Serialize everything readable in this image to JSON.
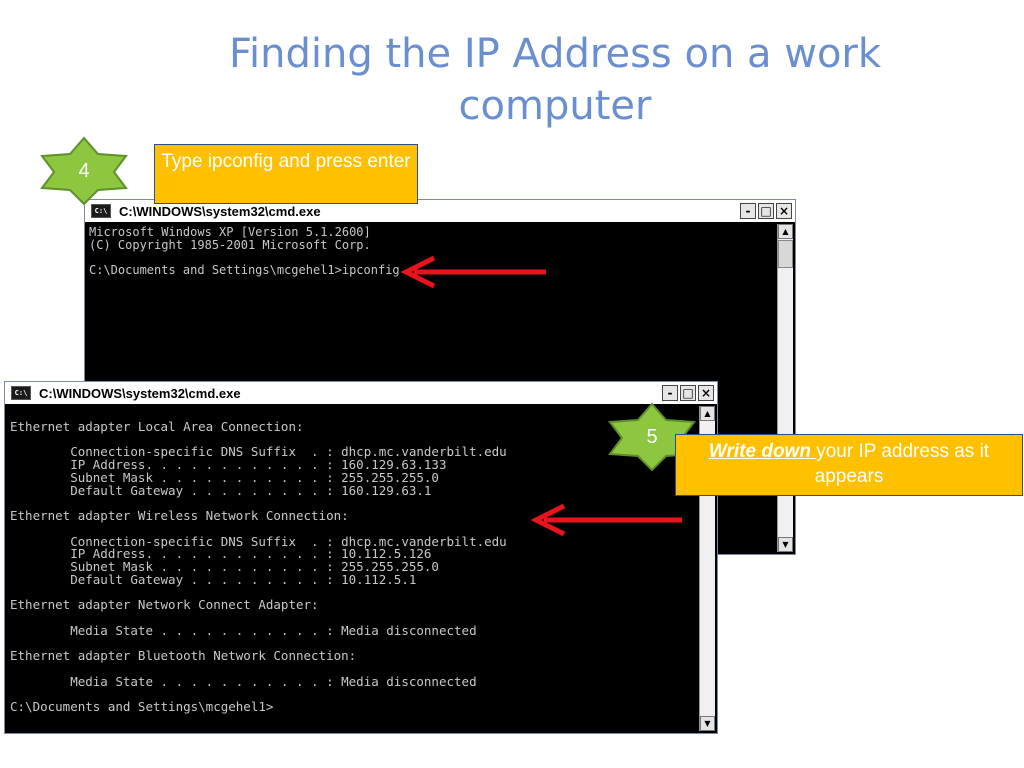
{
  "slide": {
    "title_line1": "Finding the IP Address on a work",
    "title_line2": "computer"
  },
  "step4": {
    "number": "4",
    "callout": "Type ipconfig and press enter"
  },
  "step5": {
    "number": "5",
    "callout_emphasis": "Write down ",
    "callout_rest": "your IP address as it appears"
  },
  "window_back": {
    "title": "C:\\WINDOWS\\system32\\cmd.exe",
    "icon": "cmd-icon",
    "console": "Microsoft Windows XP [Version 5.1.2600]\n(C) Copyright 1985-2001 Microsoft Corp.\n\nC:\\Documents and Settings\\mcgehel1>ipconfig"
  },
  "window_front": {
    "title": "C:\\WINDOWS\\system32\\cmd.exe",
    "icon": "cmd-icon",
    "console": "\nEthernet adapter Local Area Connection:\n\n        Connection-specific DNS Suffix  . : dhcp.mc.vanderbilt.edu\n        IP Address. . . . . . . . . . . . : 160.129.63.133\n        Subnet Mask . . . . . . . . . . . : 255.255.255.0\n        Default Gateway . . . . . . . . . : 160.129.63.1\n\nEthernet adapter Wireless Network Connection:\n\n        Connection-specific DNS Suffix  . : dhcp.mc.vanderbilt.edu\n        IP Address. . . . . . . . . . . . : 10.112.5.126\n        Subnet Mask . . . . . . . . . . . : 255.255.255.0\n        Default Gateway . . . . . . . . . : 10.112.5.1\n\nEthernet adapter Network Connect Adapter:\n\n        Media State . . . . . . . . . . . : Media disconnected\n\nEthernet adapter Bluetooth Network Connection:\n\n        Media State . . . . . . . . . . . : Media disconnected\n\nC:\\Documents and Settings\\mcgehel1>"
  },
  "window_buttons": {
    "minimize": "-",
    "maximize": "□",
    "close": "×"
  },
  "colors": {
    "title": "#6a8fd0",
    "callout_fill": "#ffc000",
    "star_fill": "#8dc63f",
    "arrow": "#e8141c"
  }
}
